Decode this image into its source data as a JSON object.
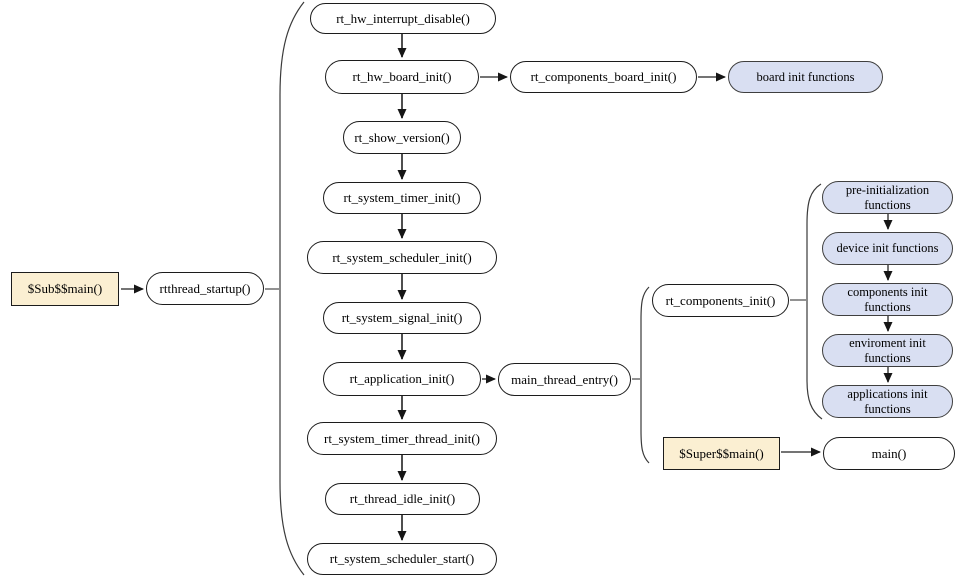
{
  "colors": {
    "node_fill": "#ffffff",
    "node_border": "#1c1c1c",
    "accent_fill": "#fbefd2",
    "blue_fill": "#d9dff2",
    "blue_border": "#3f3f3f",
    "arrow_line": "#4f4f4f",
    "arrow_head": "#161616",
    "link_line": "#222222",
    "brace": "#3a3a3a"
  },
  "nodes": {
    "sub_main": {
      "label": "$Sub$$main()"
    },
    "rtthread_startup": {
      "label": "rtthread_startup()"
    },
    "hw_interrupt_disable": {
      "label": "rt_hw_interrupt_disable()"
    },
    "hw_board_init": {
      "label": "rt_hw_board_init()"
    },
    "components_board_init": {
      "label": "rt_components_board_init()"
    },
    "board_init_functions": {
      "label": "board init functions"
    },
    "show_version": {
      "label": "rt_show_version()"
    },
    "system_timer_init": {
      "label": "rt_system_timer_init()"
    },
    "system_scheduler_init": {
      "label": "rt_system_scheduler_init()"
    },
    "system_signal_init": {
      "label": "rt_system_signal_init()"
    },
    "application_init": {
      "label": "rt_application_init()"
    },
    "main_thread_entry": {
      "label": "main_thread_entry()"
    },
    "components_init": {
      "label": "rt_components_init()"
    },
    "pre_initialization_functions": {
      "label": "pre-initialization functions"
    },
    "device_init_functions": {
      "label": "device init functions"
    },
    "components_init_functions": {
      "label": "components init functions"
    },
    "enviroment_init_functions": {
      "label": "enviroment init functions"
    },
    "applications_init_functions": {
      "label": "applications init functions"
    },
    "super_main": {
      "label": "$Super$$main()"
    },
    "main": {
      "label": "main()"
    },
    "system_timer_thread_init": {
      "label": "rt_system_timer_thread_init()"
    },
    "thread_idle_init": {
      "label": "rt_thread_idle_init()"
    },
    "system_scheduler_start": {
      "label": "rt_system_scheduler_start()"
    }
  }
}
